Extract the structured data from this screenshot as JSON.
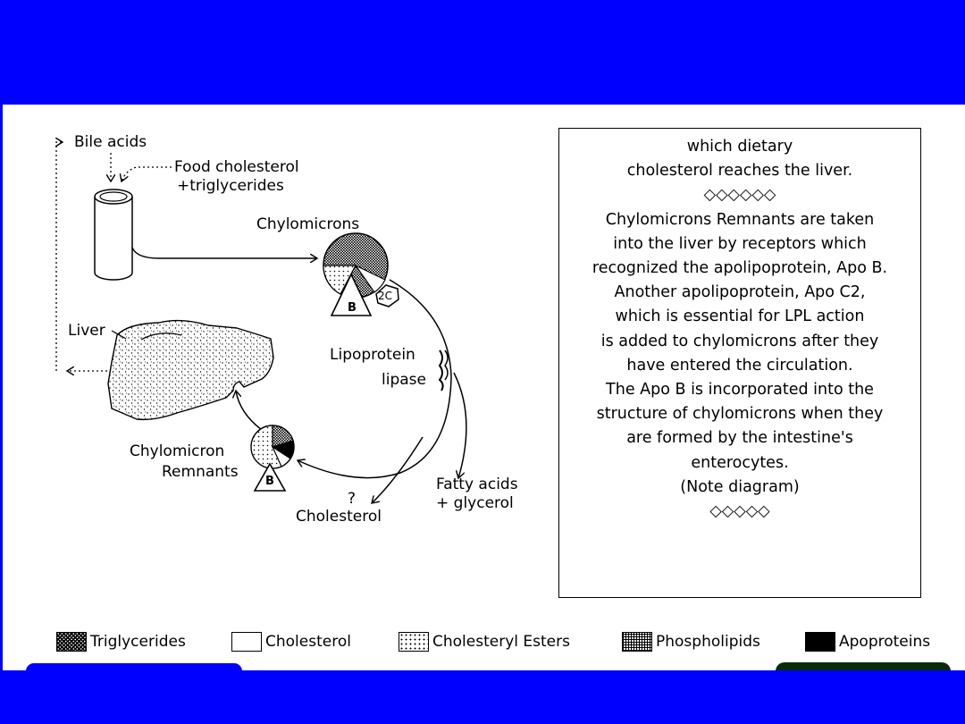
{
  "diagram": {
    "labels": {
      "bile_acids": "Bile acids",
      "food_cholesterol": "Food cholesterol",
      "triglycerides_food": "+triglycerides",
      "chylomicrons": "Chylomicrons",
      "liver": "Liver",
      "lipoprotein": "Lipoprotein",
      "lipase": "lipase",
      "remnants_line1": "Chylomicron",
      "remnants_line2": "Remnants",
      "question": "?",
      "cholesterol": "Cholesterol",
      "fatty_acids": "Fatty acids",
      "glycerol": "+ glycerol",
      "apo_b_1": "B",
      "apo_c": "2C",
      "apo_b_2": "B"
    }
  },
  "textbox": {
    "lines": [
      "which dietary",
      "cholesterol reaches the liver.",
      "◇◇◇◇◇◇",
      "Chylomicrons Remnants are taken",
      "into the liver by receptors which",
      "recognized the apolipoprotein, Apo B.",
      "Another apolipoprotein, Apo C2,",
      "which is essential for LPL action",
      "is added to chylomicrons after they",
      "have entered the circulation.",
      "The Apo B is incorporated into the",
      "structure of chylomicrons when they",
      "are formed by the intestine's",
      "enterocytes.",
      "(Note diagram)",
      "◇◇◇◇◇"
    ]
  },
  "legend": {
    "items": [
      {
        "label": "Triglycerides"
      },
      {
        "label": "Cholesterol"
      },
      {
        "label": "Cholesteryl Esters"
      },
      {
        "label": "Phospholipids"
      },
      {
        "label": "Apoproteins"
      }
    ]
  },
  "colors": {
    "frame": "#0000ff",
    "background": "#ffffff",
    "ink": "#000000"
  }
}
